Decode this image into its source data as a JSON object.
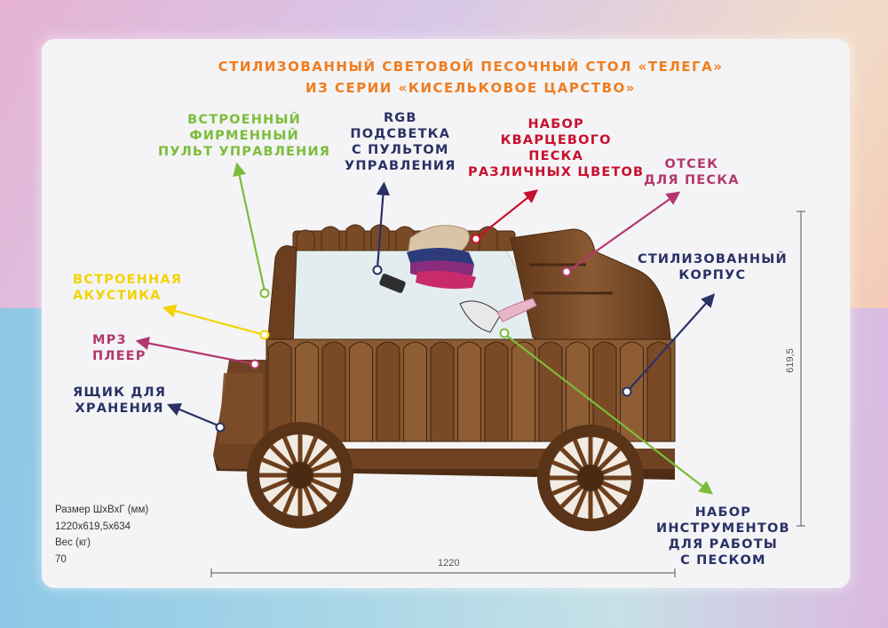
{
  "title": {
    "line1": "СТИЛИЗОВАННЫЙ СВЕТОВОЙ ПЕСОЧНЫЙ СТОЛ «ТЕЛЕГА»",
    "line2": "ИЗ СЕРИИ «КИСЕЛЬКОВОЕ ЦАРСТВО»"
  },
  "labels": {
    "pult": [
      "ВСТРОЕННЫЙ",
      "ФИРМЕННЫЙ",
      "ПУЛЬТ УПРАВЛЕНИЯ"
    ],
    "rgb": [
      "RGB",
      "ПОДСВЕТКА",
      "С ПУЛЬТОМ",
      "УПРАВЛЕНИЯ"
    ],
    "sand": [
      "НАБОР",
      "КВАРЦЕВОГО",
      "ПЕСКА",
      "РАЗЛИЧНЫХ ЦВЕТОВ"
    ],
    "otsek": [
      "ОТСЕК",
      "ДЛЯ ПЕСКА"
    ],
    "korpus": [
      "СТИЛИЗОВАННЫЙ",
      "КОРПУС"
    ],
    "akust": [
      "ВСТРОЕННАЯ",
      "АКУСТИКА"
    ],
    "mp3": [
      "MP3",
      "ПЛЕЕР"
    ],
    "box": [
      "ЯЩИК ДЛЯ",
      "ХРАНЕНИЯ"
    ],
    "tools": [
      "НАБОР",
      "ИНСТРУМЕНТОВ",
      "ДЛЯ РАБОТЫ",
      "С ПЕСКОМ"
    ]
  },
  "specs": {
    "size_label": "Размер ШхВхГ (мм)",
    "size_value": "1220х619,5х634",
    "weight_label": "Вес (кг)",
    "weight_value": "70"
  },
  "dimensions": {
    "width": "1220",
    "height": "619,5"
  },
  "colors": {
    "title": "#ef7d1f",
    "green": "#7bbd3a",
    "navy": "#2a3165",
    "red": "#c8102e",
    "magenta": "#b3386f",
    "yellow": "#f2d300",
    "wood": "#7a4a26"
  }
}
